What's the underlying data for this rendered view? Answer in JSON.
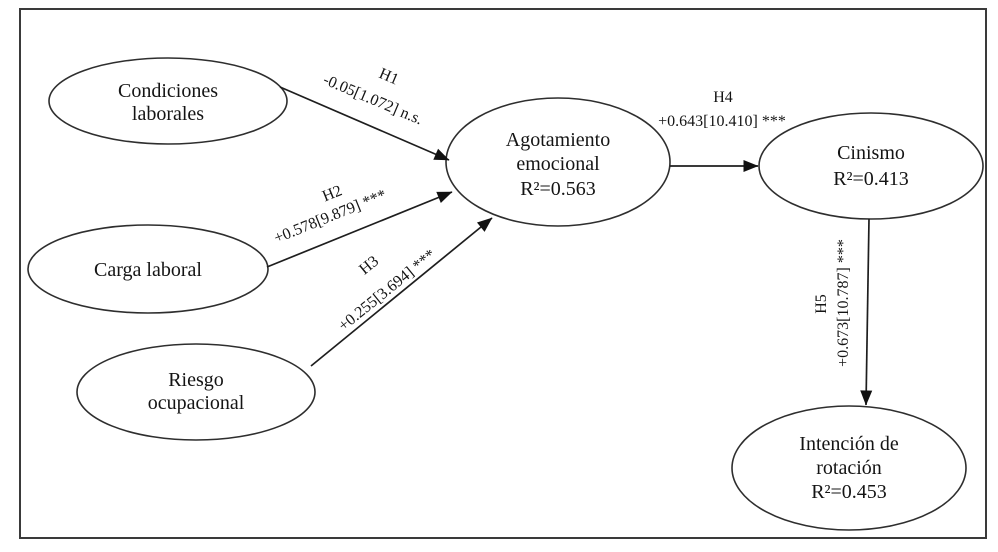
{
  "figure": {
    "background_color": "#ffffff",
    "border_color": "#3a3a3a",
    "line_color": "#1e1e1e",
    "text_color": "#141414",
    "nodes": [
      {
        "name": "Condiciones laborales",
        "lines": [
          "Condiciones",
          "laborales"
        ]
      },
      {
        "name": "Carga laboral",
        "lines": [
          "Carga laboral"
        ]
      },
      {
        "name": "Riesgo ocupacional",
        "lines": [
          "Riesgo",
          "ocupacional"
        ]
      },
      {
        "name": "Agotamiento emocional",
        "lines": [
          "Agotamiento",
          "emocional"
        ],
        "r2": "R²=0.563"
      },
      {
        "name": "Cinismo",
        "lines": [
          "Cinismo"
        ],
        "r2": "R²=0.413"
      },
      {
        "name": "Intención de rotación",
        "lines": [
          "Intención de",
          "rotación"
        ],
        "r2": "R²=0.453"
      }
    ],
    "edges": [
      {
        "label": "H1",
        "coefficient": "-0.05[1.072] n.s.",
        "from": "Condiciones laborales",
        "to": "Agotamiento emocional"
      },
      {
        "label": "H2",
        "coefficient": "+0.578[9.879] ***",
        "from": "Carga laboral",
        "to": "Agotamiento emocional"
      },
      {
        "label": "H3",
        "coefficient": "+0.255[3.694] ***",
        "from": "Riesgo ocupacional",
        "to": "Agotamiento emocional"
      },
      {
        "label": "H4",
        "coefficient": "+0.643[10.410] ***",
        "from": "Agotamiento emocional",
        "to": "Cinismo"
      },
      {
        "label": "H5",
        "coefficient": "+0.673[10.787] ***",
        "from": "Cinismo",
        "to": "Intención de rotación"
      }
    ]
  }
}
